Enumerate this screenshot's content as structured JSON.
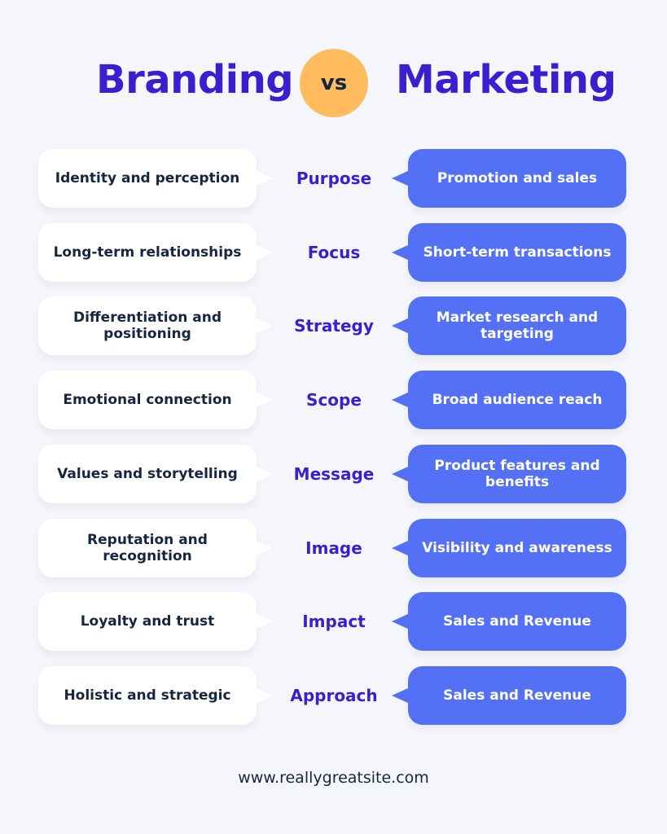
{
  "header": {
    "left_title": "Branding",
    "vs": "vs",
    "right_title": "Marketing"
  },
  "colors": {
    "title": "#3a1fd0",
    "vs_circle": "#ffbb5c",
    "marketing_box": "#5470f5",
    "text_dark": "#15263f",
    "background": "#f5f6fb"
  },
  "rows": [
    {
      "aspect": "Purpose",
      "branding": "Identity and perception",
      "marketing": "Promotion and sales"
    },
    {
      "aspect": "Focus",
      "branding": "Long-term relationships",
      "marketing": "Short-term transactions"
    },
    {
      "aspect": "Strategy",
      "branding": "Differentiation and positioning",
      "marketing": "Market research and targeting"
    },
    {
      "aspect": "Scope",
      "branding": "Emotional connection",
      "marketing": "Broad audience reach"
    },
    {
      "aspect": "Message",
      "branding": "Values and storytelling",
      "marketing": "Product features and benefits"
    },
    {
      "aspect": "Image",
      "branding": "Reputation and recognition",
      "marketing": "Visibility and awareness"
    },
    {
      "aspect": "Impact",
      "branding": "Loyalty and trust",
      "marketing": "Sales and Revenue"
    },
    {
      "aspect": "Approach",
      "branding": "Holistic and strategic",
      "marketing": "Sales and Revenue"
    }
  ],
  "footer": {
    "url": "www.reallygreatsite.com"
  }
}
